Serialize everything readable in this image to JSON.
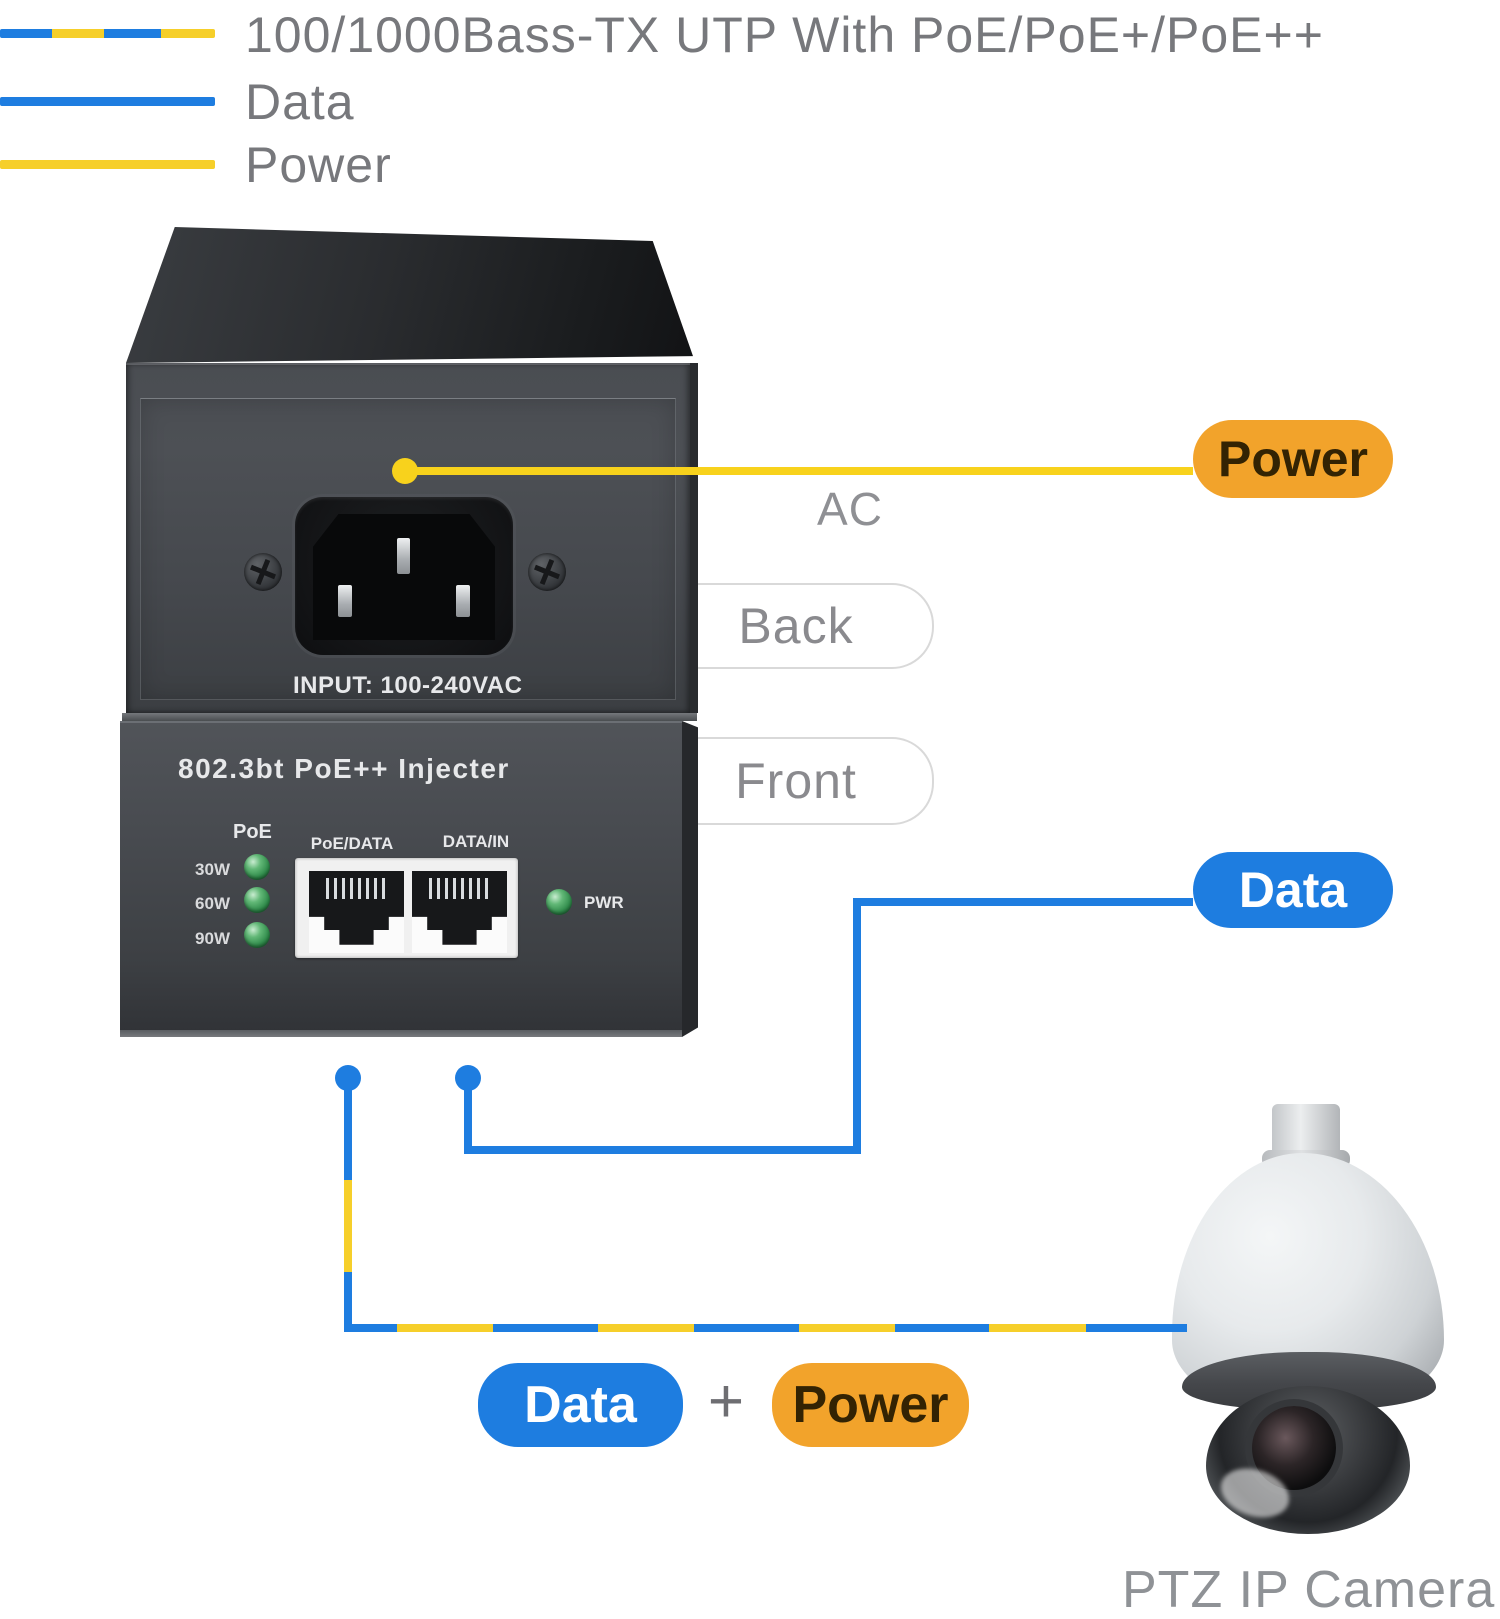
{
  "legend": {
    "items": [
      {
        "label": "100/1000Bass-TX UTP With PoE/PoE+/PoE++",
        "line_style": "dashed-blue-yellow"
      },
      {
        "label": "Data",
        "line_style": "solid-blue"
      },
      {
        "label": "Power",
        "line_style": "solid-yellow"
      }
    ]
  },
  "device": {
    "back_panel": {
      "input_label": "INPUT: 100-240VAC"
    },
    "front_panel": {
      "title": "802.3bt PoE++ Injecter",
      "poe_label": "PoE",
      "led_labels": [
        "30W",
        "60W",
        "90W"
      ],
      "port_labels": [
        "PoE/DATA",
        "DATA/IN"
      ],
      "pwr_label": "PWR"
    }
  },
  "callouts": {
    "power_tag": "Power",
    "ac_label": "AC",
    "back_tag": "Back",
    "front_tag": "Front",
    "data_tag": "Data",
    "bottom_data_tag": "Data",
    "plus_sign": "+",
    "bottom_power_tag": "Power",
    "camera_caption": "PTZ IP Camera"
  },
  "colors": {
    "data_blue": "#1E7DE0",
    "power_yellow": "#F6CF2A",
    "power_line_yellow": "#F8D21C",
    "tag_orange": "#F2A32B",
    "pill_border": "#D9D9D9",
    "gray_text": "#8A8A8E",
    "led_green": "#2F8A4A"
  }
}
